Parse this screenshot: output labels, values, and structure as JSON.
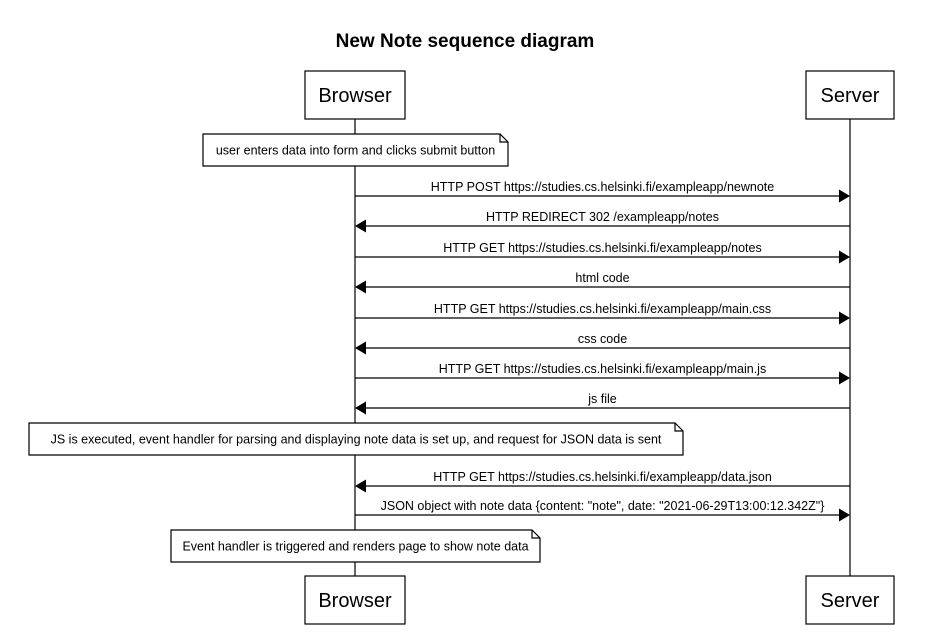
{
  "title": "New Note sequence diagram",
  "participants": [
    {
      "id": "browser",
      "label": "Browser"
    },
    {
      "id": "server",
      "label": "Server"
    }
  ],
  "steps": [
    {
      "kind": "note",
      "text": "user enters data into form and clicks submit button"
    },
    {
      "kind": "message",
      "from": "browser",
      "to": "server",
      "text": "HTTP POST https://studies.cs.helsinki.fi/exampleapp/newnote"
    },
    {
      "kind": "message",
      "from": "server",
      "to": "browser",
      "text": "HTTP REDIRECT 302 /exampleapp/notes"
    },
    {
      "kind": "message",
      "from": "browser",
      "to": "server",
      "text": "HTTP GET https://studies.cs.helsinki.fi/exampleapp/notes"
    },
    {
      "kind": "message",
      "from": "server",
      "to": "browser",
      "text": "html code"
    },
    {
      "kind": "message",
      "from": "browser",
      "to": "server",
      "text": "HTTP GET https://studies.cs.helsinki.fi/exampleapp/main.css"
    },
    {
      "kind": "message",
      "from": "server",
      "to": "browser",
      "text": "css code"
    },
    {
      "kind": "message",
      "from": "browser",
      "to": "server",
      "text": "HTTP GET https://studies.cs.helsinki.fi/exampleapp/main.js"
    },
    {
      "kind": "message",
      "from": "server",
      "to": "browser",
      "text": "js file"
    },
    {
      "kind": "note",
      "text": "JS is executed, event handler for parsing and displaying note data is set up, and request for JSON data is sent"
    },
    {
      "kind": "message",
      "from": "server",
      "to": "browser",
      "text": "HTTP GET https://studies.cs.helsinki.fi/exampleapp/data.json"
    },
    {
      "kind": "message",
      "from": "browser",
      "to": "server",
      "text": "JSON object with note data {content: \"note\", date: \"2021-06-29T13:00:12.342Z\"}"
    },
    {
      "kind": "note",
      "text": "Event handler is triggered and renders page to show note data"
    }
  ]
}
